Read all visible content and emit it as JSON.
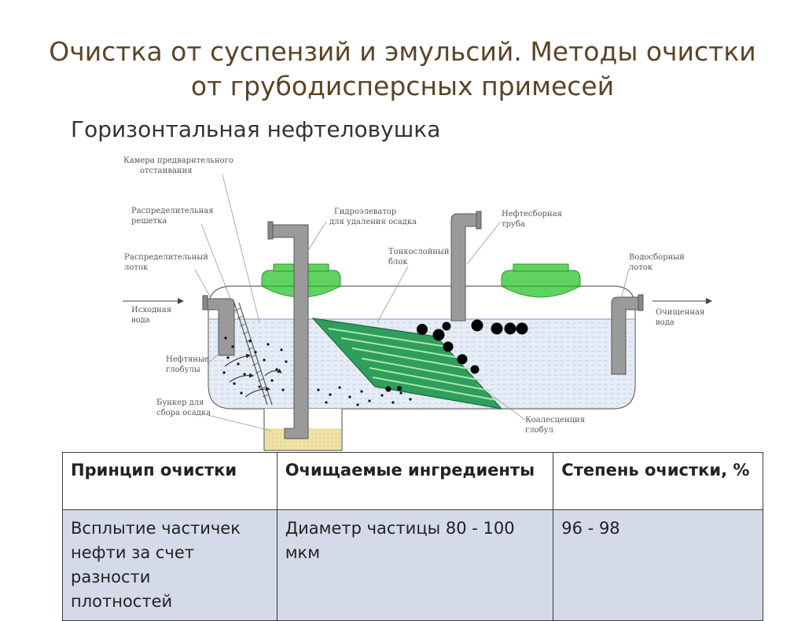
{
  "slide": {
    "title_line1": "Очистка от суспензий и эмульсий. Методы очистки",
    "title_line2": "от грубодисперсных примесей",
    "subtitle": "Горизонтальная нефтеловушка"
  },
  "diagram": {
    "labels": {
      "prechamber_1": "Камера предварительного",
      "prechamber_2": "отстаивания",
      "grid_1": "Распределительная",
      "grid_2": "решетка",
      "tray_1": "Распределительный",
      "tray_2": "лоток",
      "inlet_1": "Исходная",
      "inlet_2": "вода",
      "globules_1": "Нефтяные",
      "globules_2": "глобулы",
      "bunker_1": "Бункер для",
      "bunker_2": "сбора осадка",
      "elevator_1": "Гидроэлеватор",
      "elevator_2": "для удаления осадка",
      "thinlayer_1": "Тонкослойный",
      "thinlayer_2": "блок",
      "oilpipe_1": "Нефтесборная",
      "oilpipe_2": "труба",
      "collector_1": "Водосборный",
      "collector_2": "лоток",
      "outlet_1": "Очищенная",
      "outlet_2": "вода",
      "coalescence_1": "Коалесценция",
      "coalescence_2": "глобул"
    },
    "colors": {
      "hatch_green": "#5fd35f",
      "block_green": "#2e9e5a",
      "water_blue": "#dce6f4",
      "pipe_gray": "#8a8a8a",
      "sludge": "#efe2a4"
    }
  },
  "table": {
    "headers": [
      "Принцип очистки",
      "Очищаемые ингредиенты",
      "Степень очистки, %"
    ],
    "row": {
      "principle_1": "Всплытие частичек",
      "principle_2": "нефти за счет разности",
      "principle_3": "плотностей",
      "ingredients_1": "Диаметр частицы 80 - 100",
      "ingredients_2": "мкм",
      "degree": "96 - 98"
    }
  }
}
